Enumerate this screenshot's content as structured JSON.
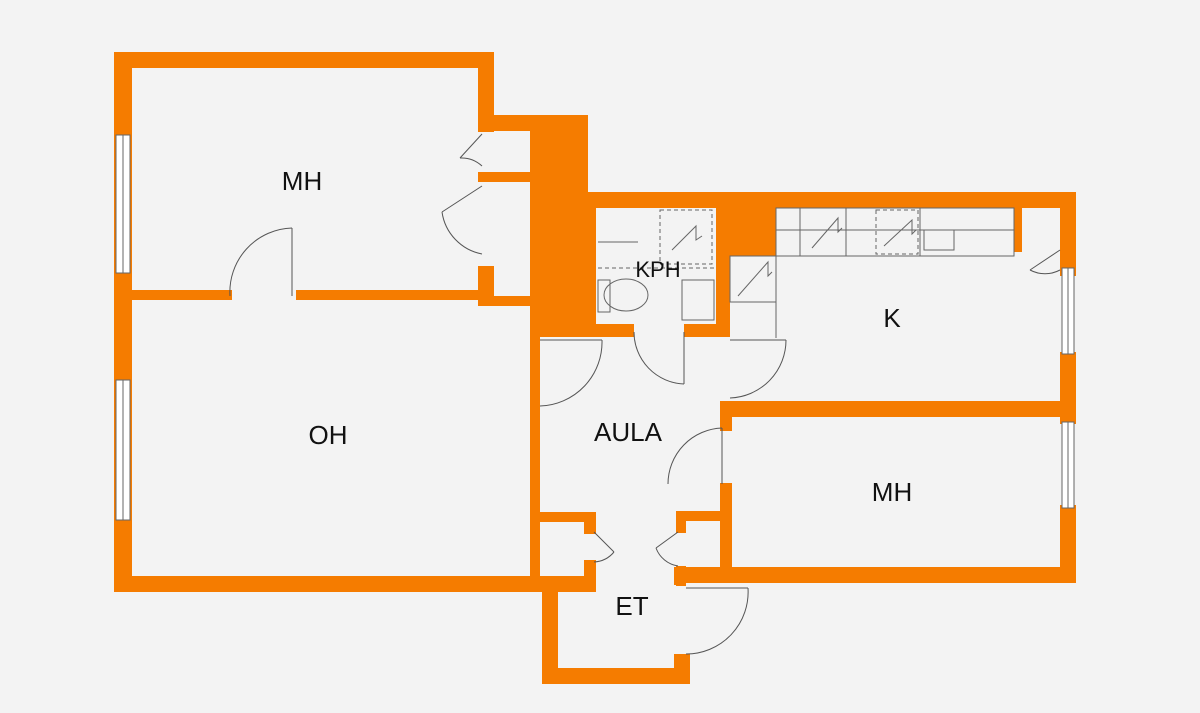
{
  "colors": {
    "wall": "#f57c00",
    "floor": "#f3f3f3",
    "text": "#111111",
    "fixture_line": "#666666"
  },
  "rooms": {
    "bedroom_top": "MH",
    "living_room": "OH",
    "bathroom": "KPH",
    "kitchen": "K",
    "hall": "AULA",
    "bedroom_right": "MH",
    "entry": "ET"
  }
}
